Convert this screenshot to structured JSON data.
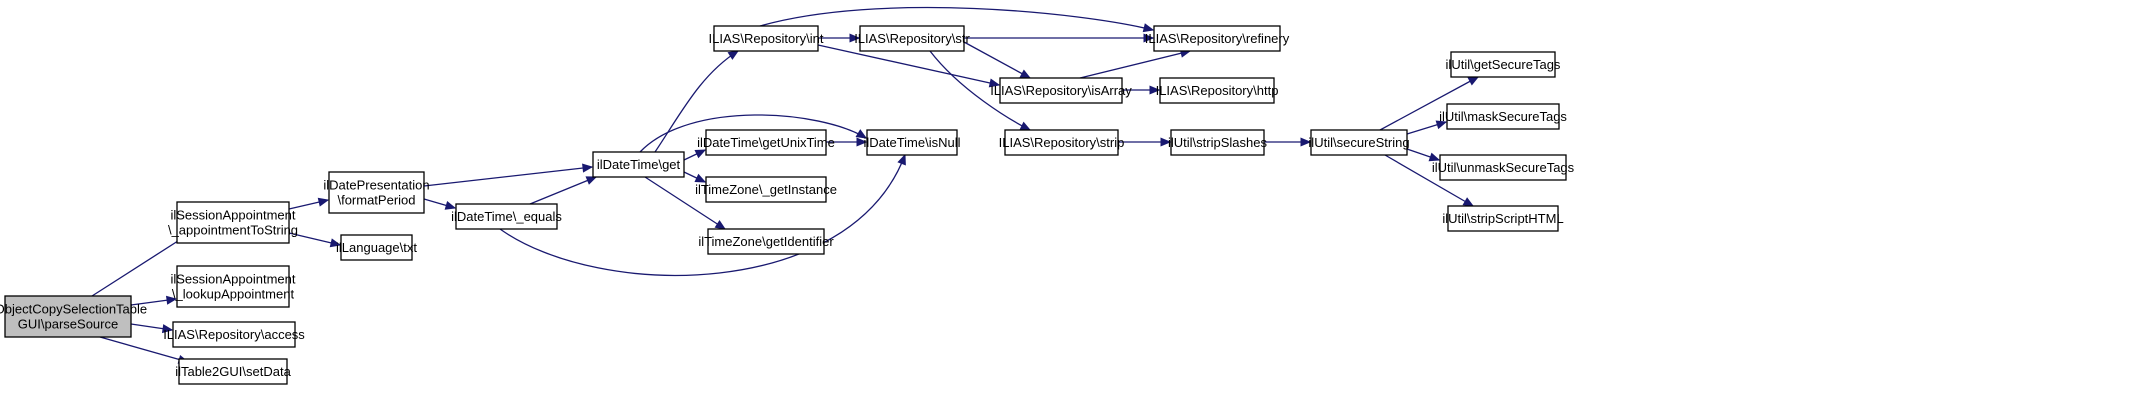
{
  "graph": {
    "nodes": [
      {
        "id": "root",
        "lines": [
          "ilObjectCopySelectionTable",
          "GUI\\parseSource"
        ],
        "style": "root"
      },
      {
        "id": "apptToString",
        "lines": [
          "ilSessionAppointment",
          "\\_appointmentToString"
        ],
        "style": "normal"
      },
      {
        "id": "lookupAppt",
        "lines": [
          "ilSessionAppointment",
          "\\_lookupAppointment"
        ],
        "style": "normal"
      },
      {
        "id": "repoAccess",
        "lines": [
          "ILIAS\\Repository\\access"
        ],
        "style": "normal"
      },
      {
        "id": "setData",
        "lines": [
          "ilTable2GUI\\setData"
        ],
        "style": "normal"
      },
      {
        "id": "formatPeriod",
        "lines": [
          "ilDatePresentation",
          "\\formatPeriod"
        ],
        "style": "normal"
      },
      {
        "id": "langTxt",
        "lines": [
          "ilLanguage\\txt"
        ],
        "style": "normal"
      },
      {
        "id": "dtGet",
        "lines": [
          "ilDateTime\\get"
        ],
        "style": "normal"
      },
      {
        "id": "dtEquals",
        "lines": [
          "ilDateTime\\_equals"
        ],
        "style": "normal"
      },
      {
        "id": "repoInt",
        "lines": [
          "ILIAS\\Repository\\int"
        ],
        "style": "normal"
      },
      {
        "id": "dtUnix",
        "lines": [
          "ilDateTime\\getUnixTime"
        ],
        "style": "normal"
      },
      {
        "id": "tzInstance",
        "lines": [
          "ilTimeZone\\_getInstance"
        ],
        "style": "normal"
      },
      {
        "id": "tzIdentifier",
        "lines": [
          "ilTimeZone\\getIdentifier"
        ],
        "style": "normal"
      },
      {
        "id": "repoStr",
        "lines": [
          "ILIAS\\Repository\\str"
        ],
        "style": "normal"
      },
      {
        "id": "dtIsNull",
        "lines": [
          "ilDateTime\\isNull"
        ],
        "style": "normal"
      },
      {
        "id": "repoIsArray",
        "lines": [
          "ILIAS\\Repository\\isArray"
        ],
        "style": "normal"
      },
      {
        "id": "repoStrip",
        "lines": [
          "ILIAS\\Repository\\strip"
        ],
        "style": "normal"
      },
      {
        "id": "repoRefinery",
        "lines": [
          "ILIAS\\Repository\\refinery"
        ],
        "style": "normal"
      },
      {
        "id": "repoHttp",
        "lines": [
          "ILIAS\\Repository\\http"
        ],
        "style": "normal"
      },
      {
        "id": "stripSlashes",
        "lines": [
          "ilUtil\\stripSlashes"
        ],
        "style": "normal"
      },
      {
        "id": "secureString",
        "lines": [
          "ilUtil\\secureString"
        ],
        "style": "normal"
      },
      {
        "id": "getSecureTags",
        "lines": [
          "ilUtil\\getSecureTags"
        ],
        "style": "normal"
      },
      {
        "id": "maskSecureTags",
        "lines": [
          "ilUtil\\maskSecureTags"
        ],
        "style": "red"
      },
      {
        "id": "unmaskSecureTags",
        "lines": [
          "ilUtil\\unmaskSecureTags"
        ],
        "style": "red"
      },
      {
        "id": "stripScriptHTML",
        "lines": [
          "ilUtil\\stripScriptHTML"
        ],
        "style": "normal"
      }
    ],
    "edges": [
      {
        "from": "root",
        "to": "apptToString"
      },
      {
        "from": "root",
        "to": "lookupAppt"
      },
      {
        "from": "root",
        "to": "repoAccess"
      },
      {
        "from": "root",
        "to": "setData"
      },
      {
        "from": "apptToString",
        "to": "formatPeriod"
      },
      {
        "from": "apptToString",
        "to": "langTxt"
      },
      {
        "from": "formatPeriod",
        "to": "dtGet"
      },
      {
        "from": "formatPeriod",
        "to": "dtEquals"
      },
      {
        "from": "dtEquals",
        "to": "dtGet"
      },
      {
        "from": "dtEquals",
        "to": "dtIsNull"
      },
      {
        "from": "dtGet",
        "to": "repoInt"
      },
      {
        "from": "dtGet",
        "to": "dtIsNull"
      },
      {
        "from": "dtGet",
        "to": "dtUnix"
      },
      {
        "from": "dtGet",
        "to": "tzInstance"
      },
      {
        "from": "dtGet",
        "to": "tzIdentifier"
      },
      {
        "from": "dtUnix",
        "to": "dtIsNull"
      },
      {
        "from": "repoInt",
        "to": "repoStr"
      },
      {
        "from": "repoInt",
        "to": "repoRefinery"
      },
      {
        "from": "repoInt",
        "to": "repoIsArray"
      },
      {
        "from": "repoStr",
        "to": "repoRefinery"
      },
      {
        "from": "repoStr",
        "to": "repoIsArray"
      },
      {
        "from": "repoStr",
        "to": "repoStrip"
      },
      {
        "from": "repoIsArray",
        "to": "repoRefinery"
      },
      {
        "from": "repoIsArray",
        "to": "repoHttp"
      },
      {
        "from": "repoStrip",
        "to": "stripSlashes"
      },
      {
        "from": "stripSlashes",
        "to": "secureString"
      },
      {
        "from": "secureString",
        "to": "getSecureTags"
      },
      {
        "from": "secureString",
        "to": "maskSecureTags"
      },
      {
        "from": "secureString",
        "to": "unmaskSecureTags"
      },
      {
        "from": "secureString",
        "to": "stripScriptHTML"
      }
    ],
    "colors": {
      "edge": "#191970",
      "node_fill": "#ffffff",
      "node_border": "#000000",
      "root_fill": "#bfbfbf",
      "missing_border": "#ff0000",
      "text": "#000000"
    }
  }
}
